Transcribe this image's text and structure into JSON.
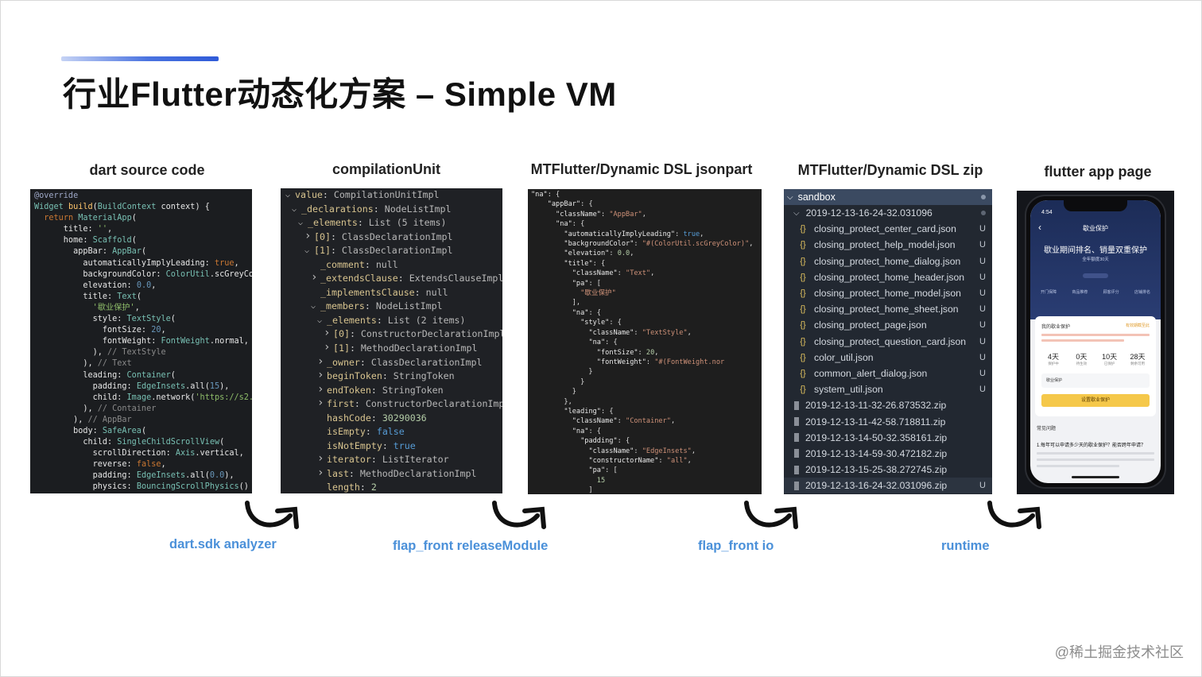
{
  "slide": {
    "title": "行业Flutter动态化方案 – Simple VM",
    "watermark": "@稀土掘金技术社区"
  },
  "panels": [
    {
      "label": "dart source code"
    },
    {
      "label": "compilationUnit"
    },
    {
      "label": "MTFlutter/Dynamic DSL jsonpart"
    },
    {
      "label": "MTFlutter/Dynamic  DSL zip"
    },
    {
      "label": "flutter app page"
    }
  ],
  "steps": [
    {
      "label": "dart.sdk analyzer"
    },
    {
      "label": "flap_front  releaseModule"
    },
    {
      "label": "flap_front  io"
    },
    {
      "label": "runtime"
    }
  ],
  "ast": {
    "rows": [
      {
        "key": "value",
        "value": "CompilationUnitImpl"
      },
      {
        "key": "_declarations",
        "value": "NodeListImpl"
      },
      {
        "key": "_elements",
        "value": "List (5 items)"
      },
      {
        "key": "[0]",
        "value": "ClassDeclarationImpl"
      },
      {
        "key": "[1]",
        "value": "ClassDeclarationImpl"
      },
      {
        "key": "_comment",
        "value": "null"
      },
      {
        "key": "_extendsClause",
        "value": "ExtendsClauseImpl"
      },
      {
        "key": "_implementsClause",
        "value": "null"
      },
      {
        "key": "_members",
        "value": "NodeListImpl"
      },
      {
        "key": "_elements",
        "value": "List (2 items)"
      },
      {
        "key": "[0]",
        "value": "ConstructorDeclarationImpl"
      },
      {
        "key": "[1]",
        "value": "MethodDeclarationImpl"
      },
      {
        "key": "_owner",
        "value": "ClassDeclarationImpl"
      },
      {
        "key": "beginToken",
        "value": "StringToken"
      },
      {
        "key": "endToken",
        "value": "StringToken"
      },
      {
        "key": "first",
        "value": "ConstructorDeclarationImpl"
      },
      {
        "key": "hashCode",
        "value": "30290036"
      },
      {
        "key": "isEmpty",
        "value": "false"
      },
      {
        "key": "isNotEmpty",
        "value": "true"
      },
      {
        "key": "iterator",
        "value": "ListIterator"
      },
      {
        "key": "last",
        "value": "MethodDeclarationImpl"
      },
      {
        "key": "length",
        "value": "2"
      }
    ]
  },
  "files": {
    "root": "sandbox",
    "folder": "2019-12-13-16-24-32.031096",
    "json_files": [
      {
        "name": "closing_protect_center_card.json",
        "badge": "U"
      },
      {
        "name": "closing_protect_help_model.json",
        "badge": "U"
      },
      {
        "name": "closing_protect_home_dialog.json",
        "badge": "U"
      },
      {
        "name": "closing_protect_home_header.json",
        "badge": "U"
      },
      {
        "name": "closing_protect_home_model.json",
        "badge": "U"
      },
      {
        "name": "closing_protect_home_sheet.json",
        "badge": "U"
      },
      {
        "name": "closing_protect_page.json",
        "badge": "U"
      },
      {
        "name": "closing_protect_question_card.json",
        "badge": "U"
      },
      {
        "name": "color_util.json",
        "badge": "U"
      },
      {
        "name": "common_alert_dialog.json",
        "badge": "U"
      },
      {
        "name": "system_util.json",
        "badge": "U"
      }
    ],
    "zip_files": [
      {
        "name": "2019-12-13-11-32-26.873532.zip",
        "badge": ""
      },
      {
        "name": "2019-12-13-11-42-58.718811.zip",
        "badge": ""
      },
      {
        "name": "2019-12-13-14-50-32.358161.zip",
        "badge": ""
      },
      {
        "name": "2019-12-13-14-59-30.472182.zip",
        "badge": ""
      },
      {
        "name": "2019-12-13-15-25-38.272745.zip",
        "badge": ""
      },
      {
        "name": "2019-12-13-16-24-32.031096.zip",
        "badge": "U"
      }
    ],
    "json_icon": "{}",
    "folder_chevron": "v"
  },
  "phone": {
    "time": "4:54",
    "nav_title": "歇业保护",
    "back": "‹",
    "headline": "歇业期间排名、销量双重保护",
    "subline": "全年额度30天",
    "tabs": [
      "开门保障",
      "商品推荐",
      "顾客评分",
      "店铺排名"
    ],
    "card_title": "我的歇业保护",
    "card_link": "有效期截至此",
    "stats": [
      {
        "value": "4天",
        "label": "保护中"
      },
      {
        "value": "0天",
        "label": "待生效"
      },
      {
        "value": "10天",
        "label": "已保护"
      },
      {
        "value": "28天",
        "label": "剩余可用"
      }
    ],
    "box_text": "歇业保护",
    "button": "设置歇业保护",
    "faq_title": "常见问题",
    "faq_question": "1.每年可以申请多少天的歇业保护？能否跨年申请？"
  },
  "colors": {
    "accent": "#2f5bd8",
    "caption": "#4a90d9",
    "button": "#f5c84a"
  }
}
